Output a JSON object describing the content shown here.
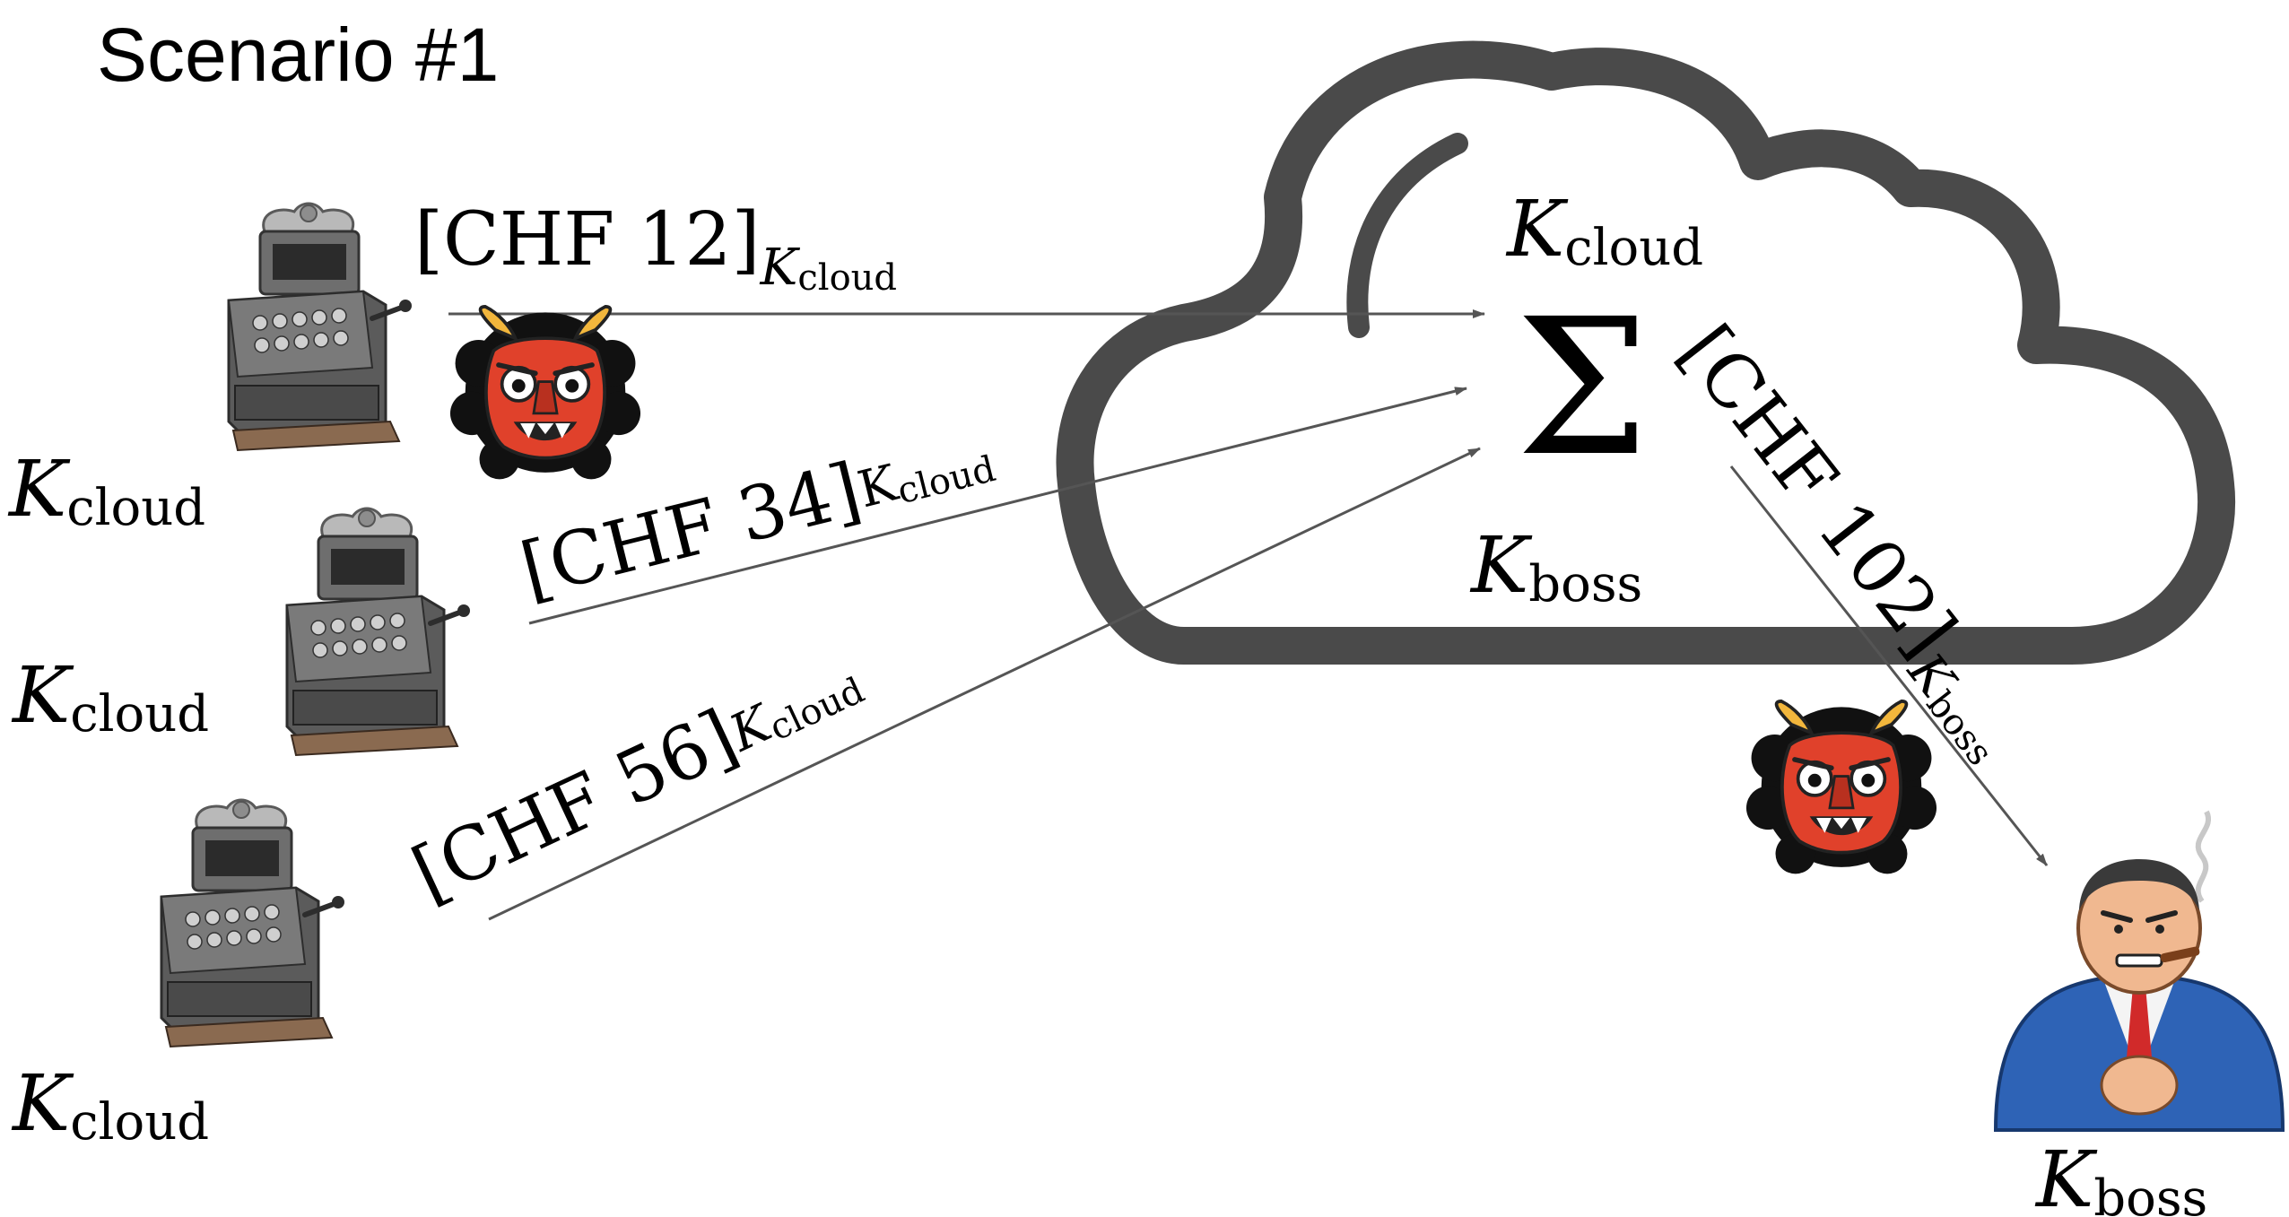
{
  "title": "Scenario #1",
  "key_symbol": "K",
  "cloud": {
    "key_top_sub": "cloud",
    "aggregate_symbol": "Σ",
    "key_bottom_sub": "boss"
  },
  "registers": [
    {
      "key_sub": "cloud",
      "message": "[CHF 12]",
      "message_key_sub": "cloud"
    },
    {
      "key_sub": "cloud",
      "message": "[CHF 34]",
      "message_key_sub": "cloud"
    },
    {
      "key_sub": "cloud",
      "message": "[CHF 56]",
      "message_key_sub": "cloud"
    }
  ],
  "result": {
    "message": "[CHF 102]",
    "message_key_sub": "boss"
  },
  "boss": {
    "key_sub": "boss"
  },
  "attackers": [
    {
      "icon": "ogre-face-icon"
    },
    {
      "icon": "ogre-face-icon"
    }
  ],
  "colors": {
    "cloud_outline": "#4a4a4a",
    "arrow": "#555555",
    "ogre_red": "#e0412b",
    "ogre_horn": "#f2b63c",
    "suit_blue": "#2e63b6",
    "tie_red": "#d12a2a"
  }
}
